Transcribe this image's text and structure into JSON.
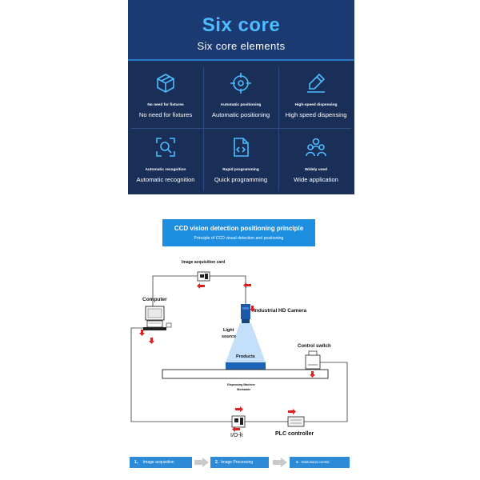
{
  "header": {
    "title": "Six core",
    "subtitle": "Six core elements"
  },
  "features": [
    {
      "small": "No need for fixtures",
      "big": "No need for fixtures",
      "icon": "cube-icon"
    },
    {
      "small": "Automatic positioning",
      "big": "Automatic positioning",
      "icon": "crosshair-icon"
    },
    {
      "small": "High-speed dispensing",
      "big": "High speed dispensing",
      "icon": "pen-icon"
    },
    {
      "small": "Automatic recognition",
      "big": "Automatic recognition",
      "icon": "scan-icon"
    },
    {
      "small": "Rapid programming",
      "big": "Quick programming",
      "icon": "code-file-icon"
    },
    {
      "small": "Widely used",
      "big": "Wide application",
      "icon": "people-icon"
    }
  ],
  "banner": {
    "title": "CCD vision detection positioning principle",
    "subtitle": "Principle of CCD visual detection and positioning"
  },
  "diagram": {
    "image_card": "Image acquisition card",
    "computer": "Computer",
    "camera": "Industrial HD Camera",
    "light_source_1": "Light",
    "light_source_2": "source",
    "products": "Products",
    "control_switch": "Control switch",
    "worktable_1": "Dispensing Machine",
    "worktable_2": "Worktable",
    "io_card": "I/O卡",
    "plc": "PLC controller"
  },
  "steps": [
    {
      "num": "1、",
      "label": "Image acquisition"
    },
    {
      "num": "2.",
      "label": "Image Processing"
    },
    {
      "num": "3.",
      "label": "Institutional control"
    }
  ],
  "colors": {
    "panel_bg": "#1a2f58",
    "accent_blue": "#4dbbff",
    "banner_blue": "#1e8ee0",
    "arrow_red": "#e02020"
  }
}
